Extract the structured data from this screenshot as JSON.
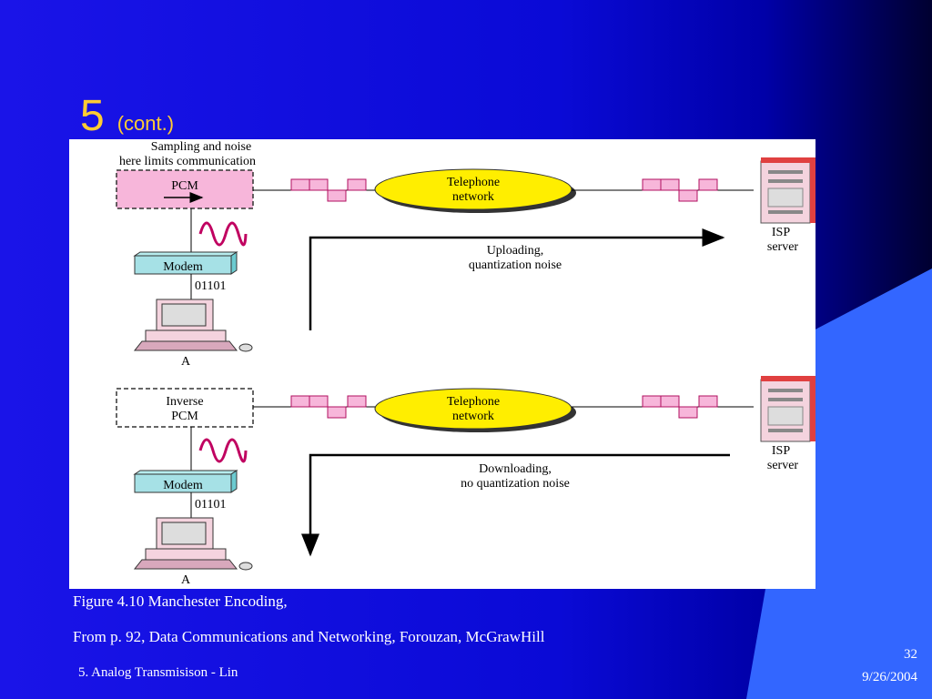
{
  "slide": {
    "title_number": "5",
    "title_suffix": "(cont.)",
    "caption_line1": "Figure 4.10 Manchester Encoding,",
    "caption_line2": "From p. 92, Data Communications and Networking, Forouzan, McGrawHill",
    "footer_left": "5. Analog Transmisison - Lin",
    "page_number": "32",
    "date": "9/26/2004"
  },
  "diagram": {
    "top_note_line1": "Sampling and noise",
    "top_note_line2": "here limits communication",
    "upload": {
      "encoder": "PCM",
      "modem": "Modem",
      "bits": "01101",
      "computer": "A",
      "network_line1": "Telephone",
      "network_line2": "network",
      "server_line1": "ISP",
      "server_line2": "server",
      "arrow_line1": "Uploading,",
      "arrow_line2": "quantization noise"
    },
    "download": {
      "encoder_line1": "Inverse",
      "encoder_line2": "PCM",
      "modem": "Modem",
      "bits": "01101",
      "computer": "A",
      "network_line1": "Telephone",
      "network_line2": "network",
      "server_line1": "ISP",
      "server_line2": "server",
      "arrow_line1": "Downloading,",
      "arrow_line2": "no quantization noise"
    }
  }
}
